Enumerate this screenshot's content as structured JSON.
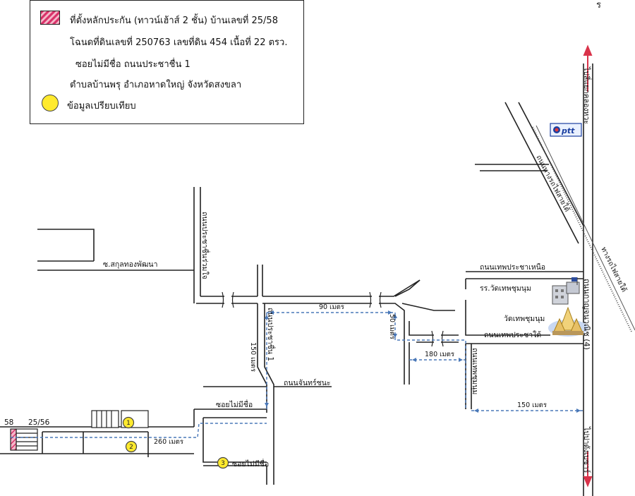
{
  "legend": {
    "subject_line1": "ที่ตั้งหลักประกัน (ทาวน์เฮ้าส์ 2 ชั้น) บ้านเลขที่ 25/58",
    "subject_line2": "โฉนดที่ดินเลขที่ 250763 เลขที่ดิน 454 เนื้อที่ 22 ตรว.",
    "subject_line3": "ซอยไม่มีชื่อ ถนนประชาชื่น 1",
    "subject_line4": "ตำบลบ้านพรุ อำเภอหาดใหญ่ จังหวัดสงขลา",
    "comparable": "ข้อมูลเปรียบเทียบ"
  },
  "corner_mark": "ร",
  "roads": {
    "highway": "ถนนกาญจนวณิช (4)",
    "to_north": "ไปสี่แยกคลองหวะ",
    "to_south": "ไปปาดังเบซาร์",
    "railway": "ทางรถไฟสายใต้",
    "diagonal": "ถนนทางรถไฟสายใต้",
    "thep_north": "ถนนเทพประชาเหนือ",
    "thep_south": "ถนนเทพประชาใต้",
    "soi_sakul": "ซ.สกุลทองพัฒนา",
    "pracha_chuen_mid": "ถนนประชาชื่นร่วมใจ",
    "pracha_chuen_1": "ถนนประชาชื่น 1",
    "chan_thanaa": "ถนนจันทร์ชนะ",
    "soi_no_name": "ซอยไม่มีชื่อ",
    "soi_no_name_2": "ซอยไม่มีชื่อ",
    "thep_chumnum_rd": "ถนนเทพชุมนุม"
  },
  "landmarks": {
    "school": "รร.วัดเทพชุมนุม",
    "temple": "วัดเทพชุมนุม",
    "ptt": "ptt"
  },
  "distances": {
    "d90": "90 เมตร",
    "d50": "50 เมตร",
    "d150v": "150 เมตร",
    "d180": "180 เมตร",
    "d150h": "150 เมตร",
    "d260": "260 เมตร"
  },
  "houses": {
    "subject_no": "25/56",
    "edge_no": "58"
  },
  "comparables": [
    "1",
    "2",
    "3"
  ],
  "colors": {
    "road": "#222222",
    "dashed": "#4a78b8",
    "dot": "#ffea2e",
    "subject": "#d9336b",
    "arrow": "#d9334a"
  }
}
